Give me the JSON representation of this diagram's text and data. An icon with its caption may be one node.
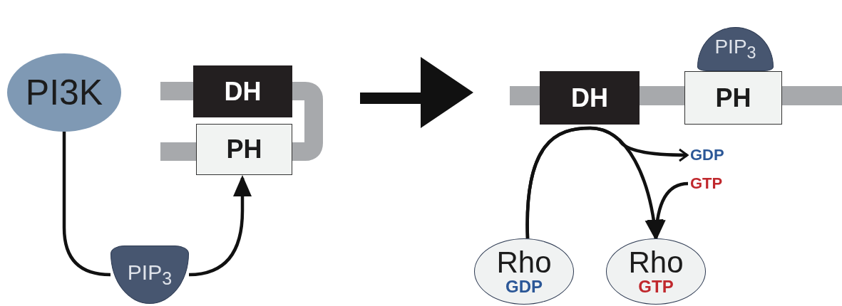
{
  "diagram": {
    "nodes": [
      {
        "text": [
          "PI3K"
        ]
      },
      {
        "text": [
          "DH"
        ]
      },
      {
        "text": [
          "PH"
        ]
      },
      {
        "text": [
          "PIP$_{3}$"
        ]
      },
      {
        "text": [
          "DH"
        ]
      },
      {
        "text": [
          "PIP$_{3}$"
        ]
      },
      {
        "text": [
          "PH"
        ]
      },
      {
        "text": [
          "GDP"
        ]
      },
      {
        "text": [
          "GTP"
        ]
      },
      {
        "text": [
          "Rho",
          "GDP"
        ]
      },
      {
        "text": [
          "Rho",
          "GTP"
        ]
      }
    ],
    "edges": [
      {
        "from": 0,
        "to": 3,
        "arrow": "none"
      },
      {
        "from": 3,
        "to": 2,
        "arrow": "to"
      },
      {
        "from": 9,
        "to": 10,
        "arrow": "to"
      },
      {
        "from": 9,
        "to": 7,
        "arrow": "to"
      },
      {
        "from": 8,
        "to": 10,
        "arrow": "to"
      }
    ]
  }
}
